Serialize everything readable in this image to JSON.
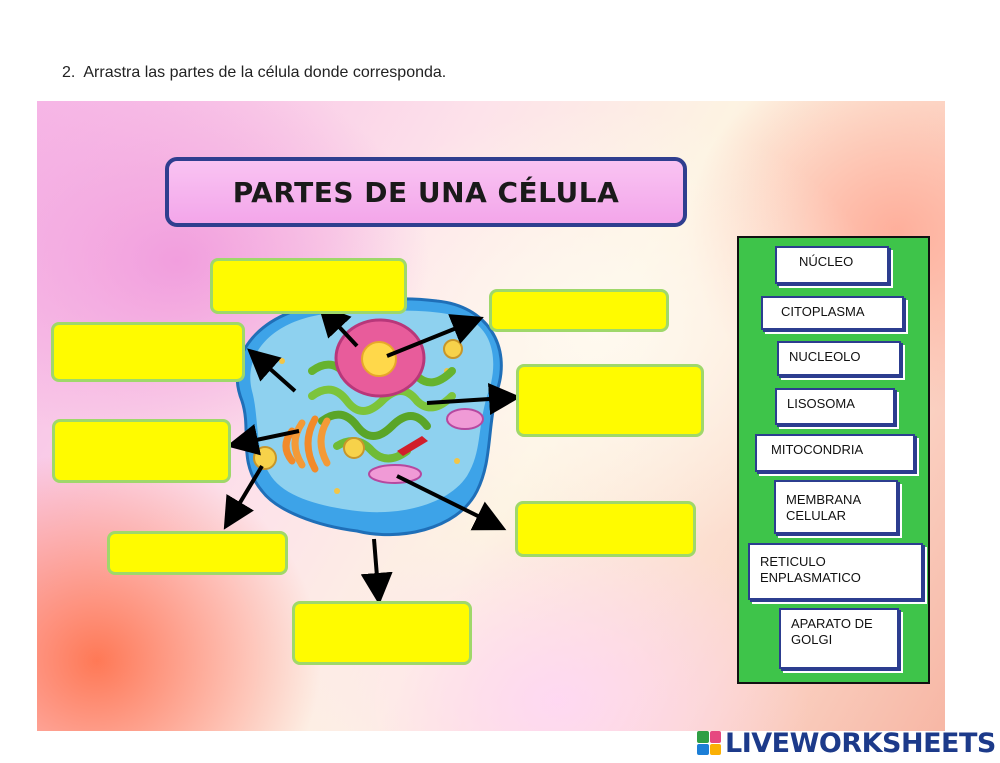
{
  "instruction": {
    "number": "2.",
    "text": "Arrastra las partes de la célula donde corresponda."
  },
  "title": "PARTES DE UNA CÉLULA",
  "drop_zones": [
    "",
    "",
    "",
    "",
    "",
    "",
    "",
    "",
    ""
  ],
  "word_bank": [
    "NÚCLEO",
    "CITOPLASMA",
    "NUCLEOLO",
    "LISOSOMA",
    "MITOCONDRIA",
    "MEMBRANA CELULAR",
    "RETICULO ENPLASMATICO",
    "APARATO DE GOLGI"
  ],
  "brand": "LIVEWORKSHEETS",
  "colors": {
    "drop_box": "#fffb00",
    "panel": "#3ec44a",
    "title_bg": "#f3a6ea",
    "title_border": "#2f3e8f"
  }
}
